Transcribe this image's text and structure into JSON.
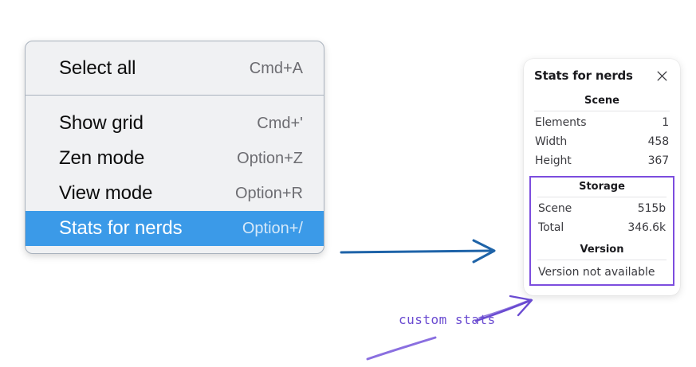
{
  "context_menu": {
    "groups": [
      {
        "items": [
          {
            "label": "Select all",
            "shortcut": "Cmd+A",
            "selected": false
          }
        ]
      },
      {
        "items": [
          {
            "label": "Show grid",
            "shortcut": "Cmd+'",
            "selected": false
          },
          {
            "label": "Zen mode",
            "shortcut": "Option+Z",
            "selected": false
          },
          {
            "label": "View mode",
            "shortcut": "Option+R",
            "selected": false
          },
          {
            "label": "Stats for nerds",
            "shortcut": "Option+/",
            "selected": true
          }
        ]
      }
    ],
    "highlight_color": "#3b9ae8"
  },
  "stats_panel": {
    "title": "Stats for nerds",
    "close_icon": "close-icon",
    "sections": [
      {
        "name": "scene",
        "heading": "Scene",
        "rows": [
          {
            "key": "Elements",
            "value": "1"
          },
          {
            "key": "Width",
            "value": "458"
          },
          {
            "key": "Height",
            "value": "367"
          }
        ]
      },
      {
        "name": "storage",
        "heading": "Storage",
        "rows": [
          {
            "key": "Scene",
            "value": "515b"
          },
          {
            "key": "Total",
            "value": "346.6k"
          }
        ]
      },
      {
        "name": "version",
        "heading": "Version",
        "text": "Version not available"
      }
    ],
    "highlight_box_color": "#7c4dde"
  },
  "annotations": {
    "label": "custom stats",
    "label_color": "#6a4bd1",
    "flow_arrow_color": "#1e63a8"
  }
}
